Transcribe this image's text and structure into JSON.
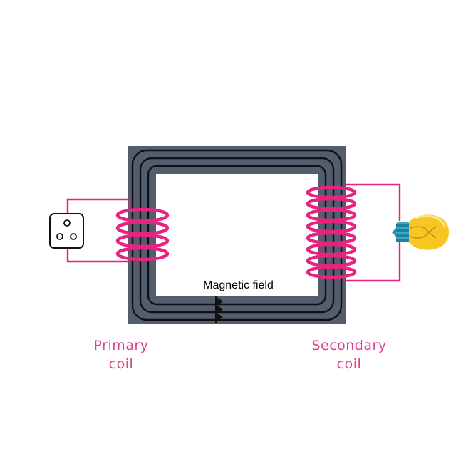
{
  "labels": {
    "magnetic_field": "Magnetic field",
    "primary_line1": "Primary",
    "primary_line2": "coil",
    "secondary_line1": "Secondary",
    "secondary_line2": "coil"
  },
  "components": {
    "socket_icon": "power-socket-icon",
    "bulb_icon": "light-bulb-icon",
    "core": "transformer-core",
    "primary_turns": 4,
    "secondary_turns": 8
  },
  "colors": {
    "coil": "#e8237f",
    "core": "#545d6d",
    "flux_lines": "#111111",
    "label": "#e0408f",
    "bulb_glass": "#f8c623",
    "bulb_base": "#3aa8c8"
  }
}
